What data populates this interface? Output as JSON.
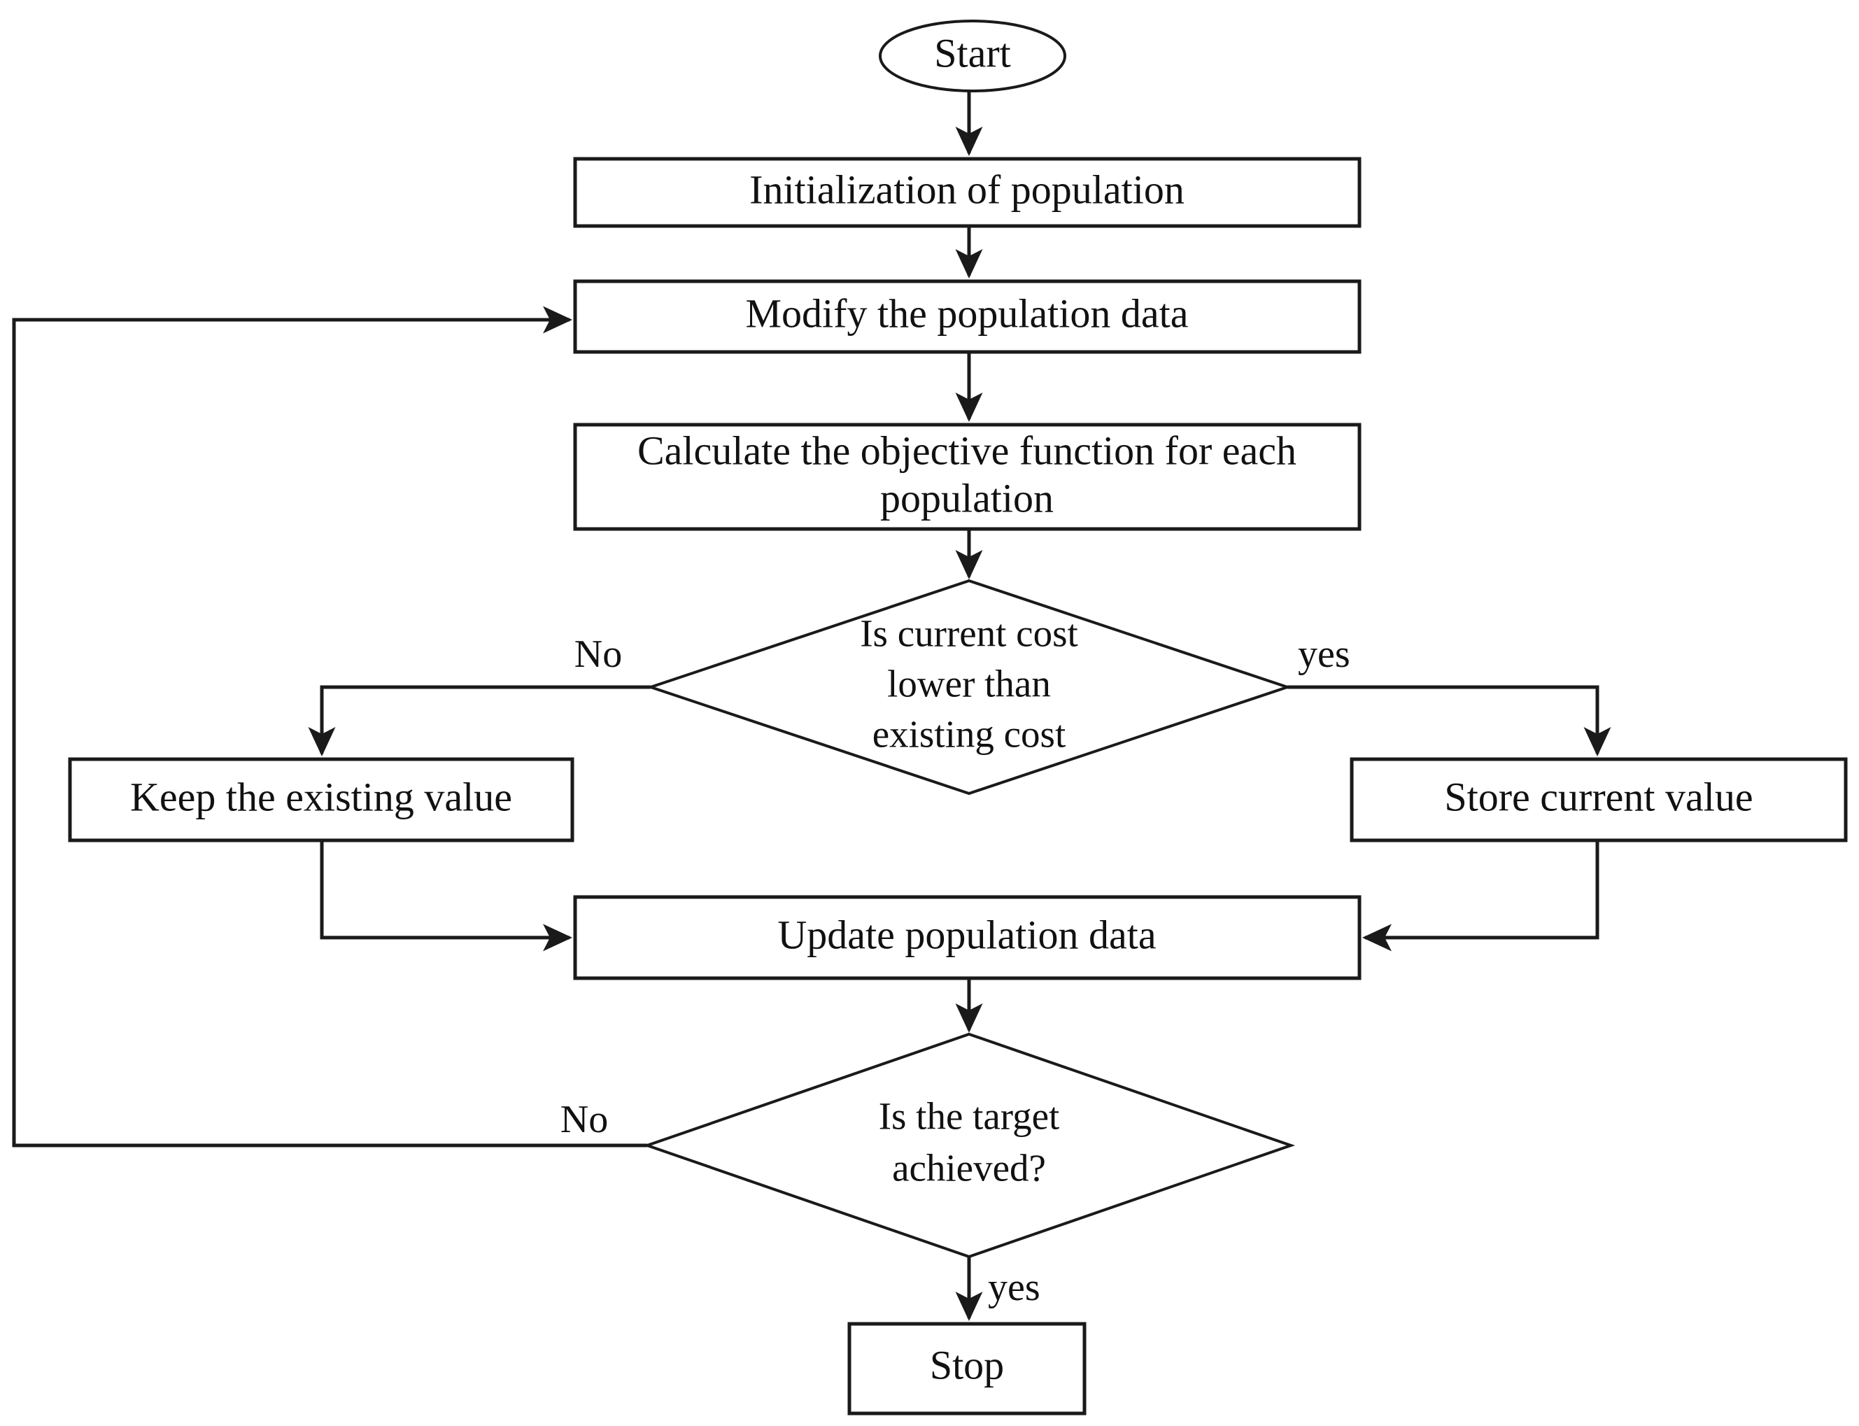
{
  "diagram": {
    "title": "Optimization algorithm flowchart",
    "type": "flowchart",
    "background_color": "#ffffff",
    "line_color": "#1a1a1a",
    "text_color": "#111111",
    "nodes": [
      {
        "id": "start",
        "shape": "ellipse",
        "label": "Start"
      },
      {
        "id": "init",
        "shape": "rectangle",
        "label": "Initialization of population"
      },
      {
        "id": "modify",
        "shape": "rectangle",
        "label": "Modify the population data"
      },
      {
        "id": "calculate",
        "shape": "rectangle",
        "label_line1": "Calculate the objective function for each",
        "label_line2": "population"
      },
      {
        "id": "decision1",
        "shape": "diamond",
        "label_line1": "Is current cost",
        "label_line2": "lower than",
        "label_line3": "existing cost"
      },
      {
        "id": "keep",
        "shape": "rectangle",
        "label": "Keep  the existing value"
      },
      {
        "id": "store",
        "shape": "rectangle",
        "label": "Store current value"
      },
      {
        "id": "update",
        "shape": "rectangle",
        "label": "Update population data"
      },
      {
        "id": "decision2",
        "shape": "diamond",
        "label_line1": "Is the target",
        "label_line2": "achieved?"
      },
      {
        "id": "stop",
        "shape": "rectangle",
        "label": "Stop"
      }
    ],
    "edge_labels": {
      "decision1_no": "No",
      "decision1_yes": "yes",
      "decision2_no": "No",
      "decision2_yes": "yes"
    }
  }
}
